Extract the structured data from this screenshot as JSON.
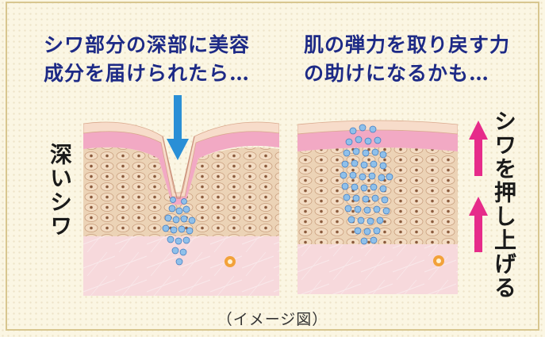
{
  "captions": {
    "left_line1": "シワ部分の深部に美容",
    "left_line2": "成分を届けられたら…",
    "right_line1": "肌の弾力を取り戻す力",
    "right_line2": "の助けになるかも…"
  },
  "labels": {
    "deep_wrinkle": "深いシワ",
    "push_up": "シワを押し上げる"
  },
  "footer": {
    "caption": "（イメージ図）"
  },
  "colors": {
    "caption_text": "#1d2a86",
    "arrow_blue": "#2a8fd6",
    "arrow_pink": "#e62b8a",
    "skin_pink": "#f2a9c4",
    "tissue_tan": "#ead1b4",
    "cell_blue": "#7fb4e6"
  },
  "icons": {
    "down_arrow": "blue-down-arrow",
    "up_arrow": "pink-up-arrow"
  }
}
